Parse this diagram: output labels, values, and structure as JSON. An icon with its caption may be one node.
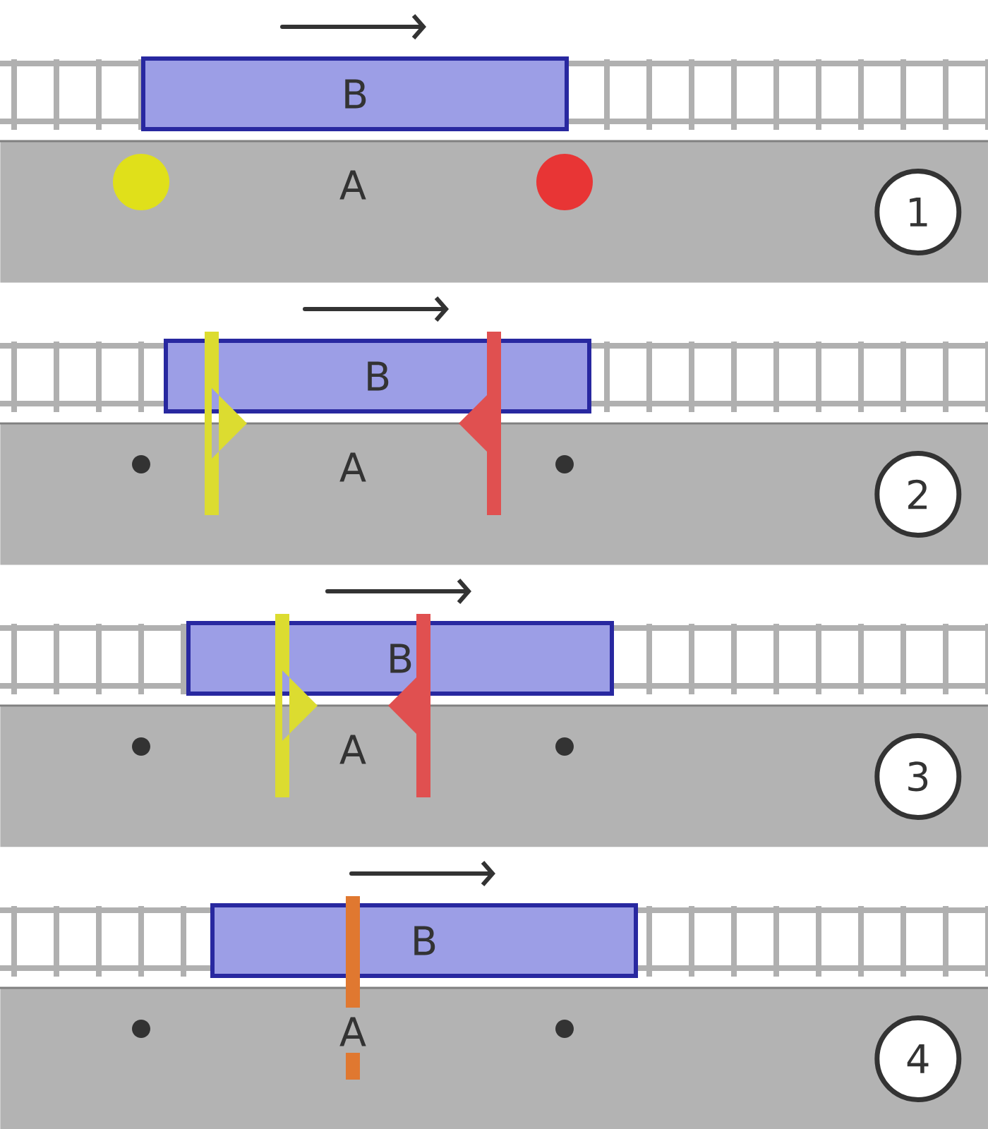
{
  "diagram": {
    "nodes": [
      {
        "text": [
          "A"
        ]
      },
      {
        "text": [
          "B"
        ]
      },
      {
        "text": [
          "1"
        ],
        "in": 0
      },
      {
        "text": [
          "A"
        ]
      },
      {
        "text": [
          "B"
        ]
      },
      {
        "text": [
          "2"
        ],
        "in": 3
      },
      {
        "text": [
          "A"
        ]
      },
      {
        "text": [
          "B"
        ]
      },
      {
        "text": [
          "3"
        ],
        "in": 6
      },
      {
        "text": [
          "A"
        ]
      },
      {
        "text": [
          "B"
        ]
      },
      {
        "text": [
          "4"
        ],
        "in": 9
      }
    ]
  }
}
